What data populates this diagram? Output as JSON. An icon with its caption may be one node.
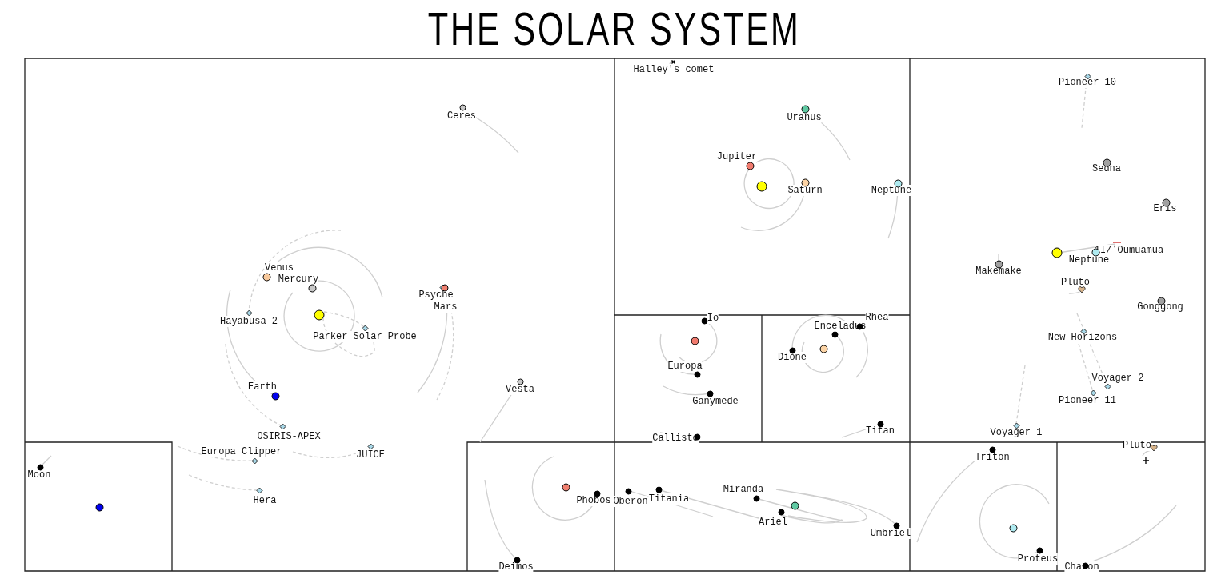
{
  "diagram": {
    "title": "THE SOLAR SYSTEM",
    "nodes": [
      {
        "text": [
          "Ceres"
        ]
      },
      {
        "text": [
          "Venus"
        ]
      },
      {
        "text": [
          "Mercury"
        ]
      },
      {
        "text": [],
        "shape": "circle"
      },
      {
        "text": [
          "Hayabusa 2"
        ]
      },
      {
        "text": [
          "Parker Solar Probe"
        ]
      },
      {
        "text": [
          "Psyche"
        ]
      },
      {
        "text": [
          "Mars"
        ]
      },
      {
        "text": [
          "Earth"
        ]
      },
      {
        "text": [
          "Vesta"
        ]
      },
      {
        "text": [
          "OSIRIS-APEX"
        ]
      },
      {
        "text": [
          "Europa Clipper"
        ]
      },
      {
        "text": [
          "JUICE"
        ]
      },
      {
        "text": [
          "Hera"
        ]
      },
      {
        "text": [
          "Moon"
        ]
      },
      {
        "text": [],
        "shape": "circle"
      },
      {
        "text": [],
        "shape": "circle"
      },
      {
        "text": [
          "Phobos"
        ]
      },
      {
        "text": [
          "Deimos"
        ]
      },
      {
        "text": [
          "Halley's comet"
        ]
      },
      {
        "text": [
          "Uranus"
        ]
      },
      {
        "text": [
          "Jupiter"
        ]
      },
      {
        "text": [],
        "shape": "circle"
      },
      {
        "text": [
          "Saturn"
        ]
      },
      {
        "text": [
          "Neptune"
        ]
      },
      {
        "text": [
          "Io"
        ]
      },
      {
        "text": [],
        "shape": "circle"
      },
      {
        "text": [
          "Europa"
        ]
      },
      {
        "text": [
          "Ganymede"
        ]
      },
      {
        "text": [
          "Callisto"
        ]
      },
      {
        "text": [
          "Rhea"
        ]
      },
      {
        "text": [
          "Enceladus"
        ]
      },
      {
        "text": [
          "Dione"
        ]
      },
      {
        "text": [],
        "shape": "circle"
      },
      {
        "text": [
          "Titan"
        ]
      },
      {
        "text": [
          "Pioneer 10"
        ]
      },
      {
        "text": [
          "Sedna"
        ]
      },
      {
        "text": [
          "Eris"
        ]
      },
      {
        "text": [],
        "shape": "circle"
      },
      {
        "text": [
          "1I/ʻOumuamua"
        ]
      },
      {
        "text": [
          "Neptune"
        ]
      },
      {
        "text": [
          "Makemake"
        ]
      },
      {
        "text": [
          "Pluto"
        ]
      },
      {
        "text": [
          "Gonggong"
        ]
      },
      {
        "text": [
          "New Horizons"
        ]
      },
      {
        "text": [
          "Voyager 2"
        ]
      },
      {
        "text": [
          "Pioneer 11"
        ]
      },
      {
        "text": [
          "Voyager 1"
        ]
      },
      {
        "text": [
          "Oberon"
        ]
      },
      {
        "text": [
          "Titania"
        ]
      },
      {
        "text": [
          "Miranda"
        ]
      },
      {
        "text": [],
        "shape": "circle"
      },
      {
        "text": [
          "Ariel"
        ]
      },
      {
        "text": [
          "Umbriel"
        ]
      },
      {
        "text": [
          "Triton"
        ]
      },
      {
        "text": [],
        "shape": "circle"
      },
      {
        "text": [
          "Proteus"
        ]
      },
      {
        "text": [
          "Pluto"
        ]
      },
      {
        "text": [
          "Charon"
        ]
      }
    ]
  }
}
